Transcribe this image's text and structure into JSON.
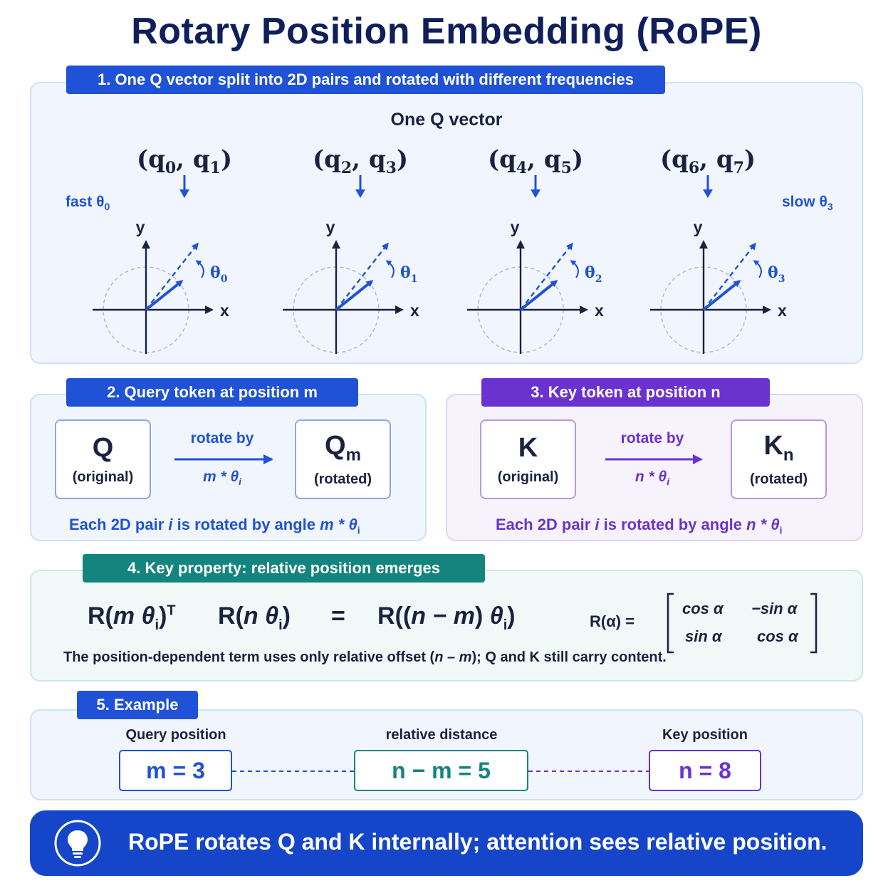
{
  "title": "Rotary Position Embedding (RoPE)",
  "section1": {
    "tab": "1. One Q vector split into 2D pairs and rotated with different frequencies",
    "subtitle": "One Q vector",
    "pairs": [
      {
        "a": "q",
        "ai": "0",
        "b": "q",
        "bi": "1",
        "theta": "θ",
        "theta_sub": "0"
      },
      {
        "a": "q",
        "ai": "2",
        "b": "q",
        "bi": "3",
        "theta": "θ",
        "theta_sub": "1"
      },
      {
        "a": "q",
        "ai": "4",
        "b": "q",
        "bi": "5",
        "theta": "θ",
        "theta_sub": "2"
      },
      {
        "a": "q",
        "ai": "6",
        "b": "q",
        "bi": "7",
        "theta": "θ",
        "theta_sub": "3"
      }
    ],
    "axis_x": "x",
    "axis_y": "y",
    "fast_label": "fast θ",
    "fast_sub": "0",
    "slow_label": "slow θ",
    "slow_sub": "3"
  },
  "section2": {
    "tab": "2. Query token at position m",
    "left_big": "Q",
    "left_small": "(original)",
    "arrow_top": "rotate by",
    "arrow_expr": "m * θ",
    "arrow_sub": "i",
    "right_big": "Q",
    "right_sub": "m",
    "right_small": "(rotated)",
    "note_pre": "Each 2D pair ",
    "note_i": "i",
    "note_mid": " is rotated by angle ",
    "note_expr": "m * θ",
    "note_sub": "i"
  },
  "section3": {
    "tab": "3. Key token at position n",
    "left_big": "K",
    "left_small": "(original)",
    "arrow_top": "rotate by",
    "arrow_expr": "n * θ",
    "arrow_sub": "i",
    "right_big": "K",
    "right_sub": "n",
    "right_small": "(rotated)",
    "note_pre": "Each 2D pair ",
    "note_i": "i",
    "note_mid": " is rotated by angle ",
    "note_expr": "n * θ",
    "note_sub": "i"
  },
  "section4": {
    "tab": "4. Key property: relative position emerges",
    "f1_pre": "R(",
    "f1_italic": "m θ",
    "f1_sub": "i",
    "f1_post": ")",
    "f1_sup": "T",
    "f2_pre": "R(",
    "f2_italic": "n θ",
    "f2_sub": "i",
    "f2_post": ")",
    "equals": "=",
    "f3_pre": "R((",
    "f3_italic": "n − m",
    "f3_mid": ") ",
    "f3_theta": "θ",
    "f3_sub": "i",
    "f3_post": ")",
    "mat_label": "R(α) =",
    "m11": "cos α",
    "m12": "−sin α",
    "m21": "sin α",
    "m22": "cos α",
    "body_pre": "The position-dependent term uses only relative offset (",
    "body_italic": "n – m",
    "body_post": "); Q and K still carry content."
  },
  "section5": {
    "tab": "5. Example",
    "query_label": "Query position",
    "query_value": "m = 3",
    "rel_label": "relative distance",
    "rel_value": "n − m = 5",
    "key_label": "Key position",
    "key_value": "n = 8"
  },
  "banner": {
    "icon": "lightbulb-icon",
    "text": "RoPE rotates Q and K internally; attention sees relative position."
  },
  "colors": {
    "blue": "#1f52d6",
    "purple": "#6a33cf",
    "teal": "#14857e",
    "navy": "#0f1f5c"
  }
}
